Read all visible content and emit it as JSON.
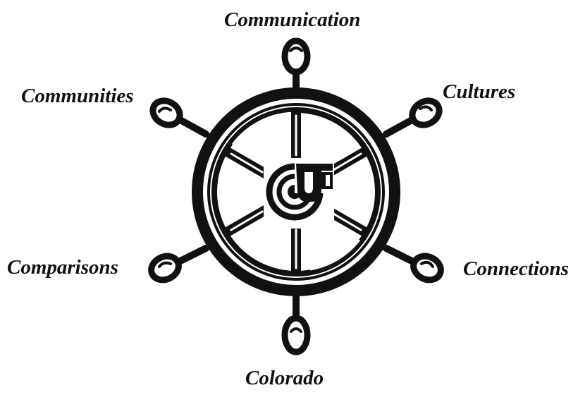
{
  "diagram": {
    "labels": {
      "top": "Communication",
      "top_left": "Communities",
      "top_right": "Cultures",
      "bottom_left": "Comparisons",
      "bottom_right": "Connections",
      "bottom": "Colorado"
    },
    "wheel_icon": "ship-wheel-icon",
    "center_logo_icon": "cu-logo-icon",
    "ink_color": "#111111",
    "background_color": "#ffffff"
  }
}
